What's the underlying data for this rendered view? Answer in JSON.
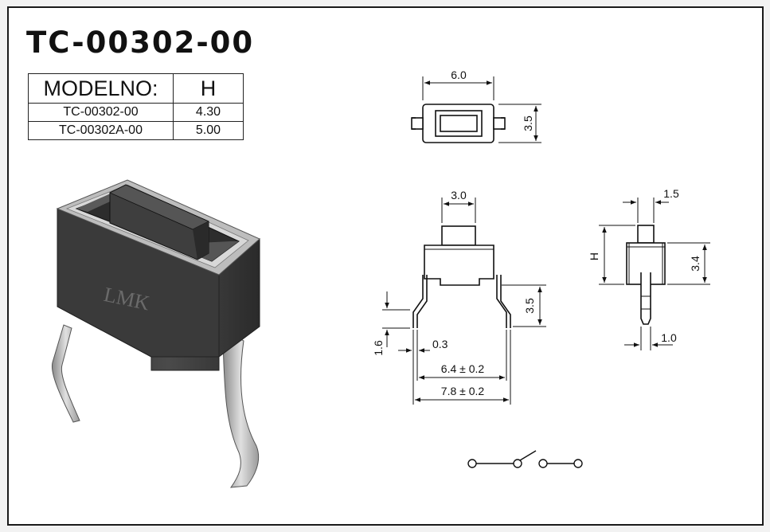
{
  "title": "TC-00302-00",
  "table": {
    "headers": [
      "MODELNO:",
      "H"
    ],
    "rows": [
      {
        "model": "TC-00302-00",
        "h": "4.30"
      },
      {
        "model": "TC-00302A-00",
        "h": "5.00"
      }
    ]
  },
  "photo": {
    "body_text": "LMK"
  },
  "dims": {
    "top_width": "6.0",
    "top_height": "3.5",
    "front_button_width": "3.0",
    "front_lead_height": "3.5",
    "front_lead_bend": "1.6",
    "front_lead_thickness": "0.3",
    "front_inner_span": "6.4 ± 0.2",
    "front_outer_span": "7.8 ± 0.2",
    "side_button_width": "1.5",
    "side_total_height": "H",
    "side_body_height": "3.4",
    "side_lead_width": "1.0"
  },
  "colors": {
    "line": "#111111",
    "body_dark": "#3c3c3c",
    "metal": "#b4b4b4"
  }
}
